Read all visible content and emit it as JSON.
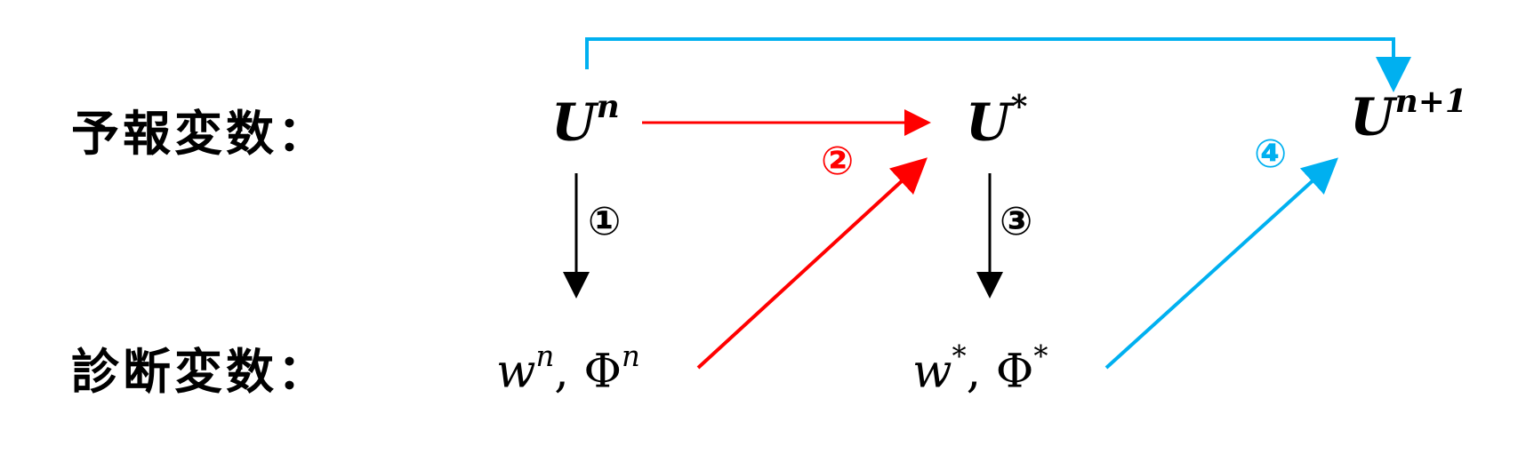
{
  "rows": {
    "prognostic_label": "予報変数：",
    "diagnostic_label": "診断変数："
  },
  "prognostic": {
    "un_base": "U",
    "un_sup": "n",
    "ustar_base": "U",
    "ustar_sup": "*",
    "unp1_base": "U",
    "unp1_sup": "n+1"
  },
  "diagnostic": {
    "wn_base": "w",
    "wn_sup": "n",
    "wn_sep": ", ",
    "phin_base": "Φ",
    "phin_sup": "n",
    "wstar_base": "w",
    "wstar_sup": "*",
    "wstar_sep": ", ",
    "phistar_base": "Φ",
    "phistar_sup": "*"
  },
  "steps": {
    "s1": "①",
    "s2": "②",
    "s3": "③",
    "s4": "④"
  },
  "colors": {
    "black": "#000000",
    "red": "#ff0000",
    "cyan": "#00b0f0"
  }
}
